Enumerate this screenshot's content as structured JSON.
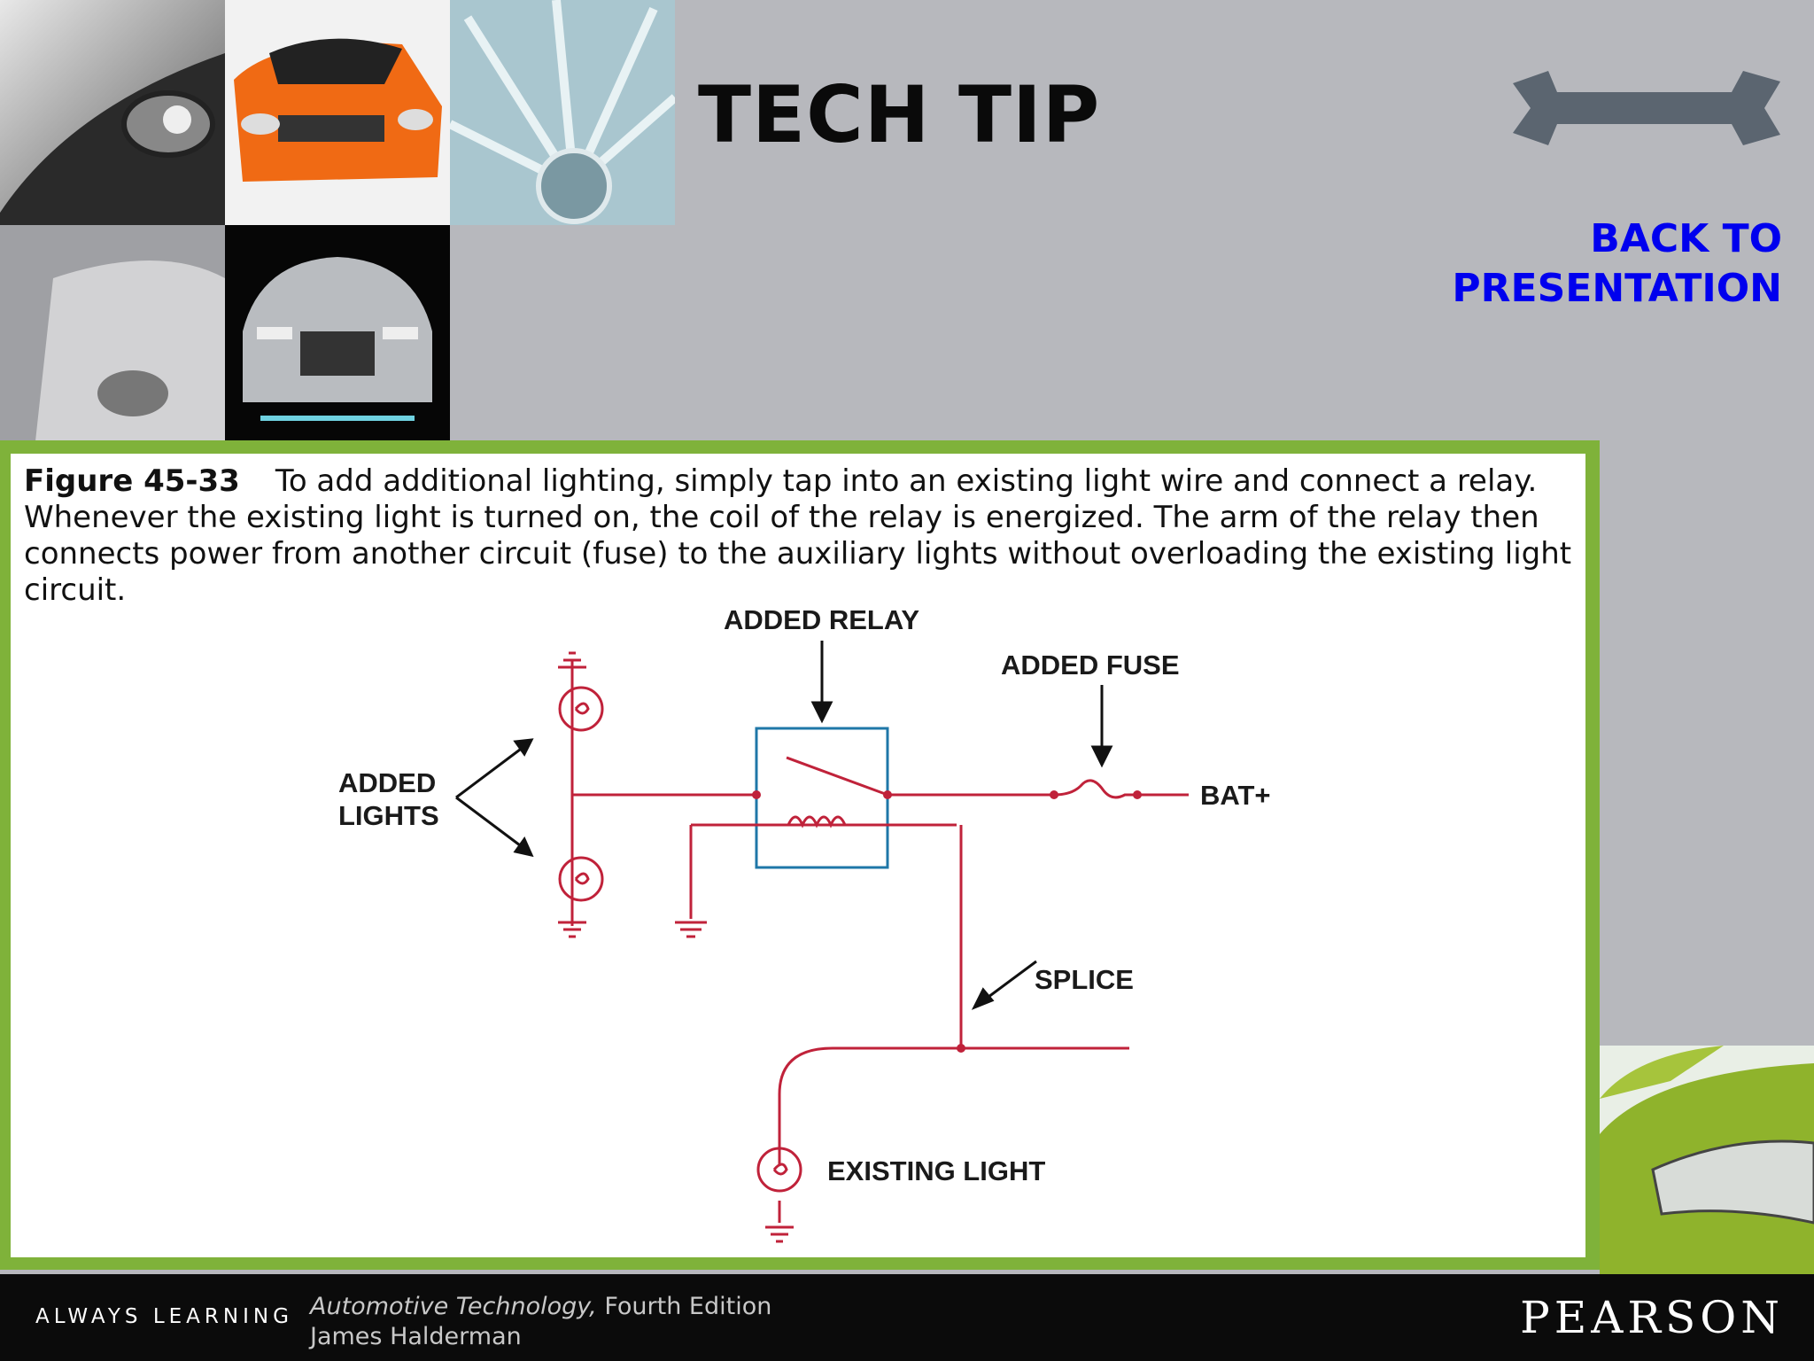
{
  "slide": {
    "title": "TECH TIP",
    "back_link": {
      "line1": "BACK TO",
      "line2": "PRESENTATION",
      "color": "#0000ee"
    }
  },
  "caption": {
    "figure_label": "Figure 45-33",
    "text": "To add additional lighting, simply tap into an existing light wire and connect a relay. Whenever the existing light is turned on, the coil of the relay is energized. The arm of the relay then connects power from another circuit (fuse) to the auxiliary lights without overloading the existing light circuit."
  },
  "diagram": {
    "labels": {
      "added_relay": "ADDED RELAY",
      "added_fuse": "ADDED FUSE",
      "added_lights_1": "ADDED",
      "added_lights_2": "LIGHTS",
      "bat": "BAT+",
      "splice": "SPLICE",
      "existing_light": "EXISTING LIGHT"
    },
    "wire_color": "#c0223a",
    "relay_box_color": "#1f77a8"
  },
  "footer": {
    "tagline": "ALWAYS LEARNING",
    "book_title": "Automotive Technology,",
    "edition": " Fourth Edition",
    "author": "James Halderman",
    "publisher": "PEARSON"
  },
  "colors": {
    "frame_green": "#7fb23a",
    "background": "#b7b8bd"
  }
}
